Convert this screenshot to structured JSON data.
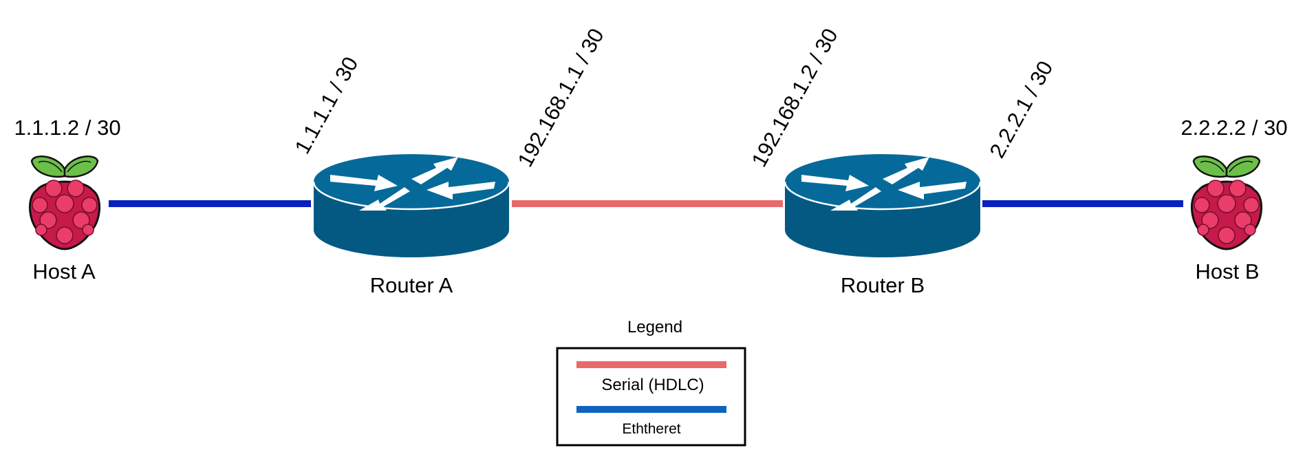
{
  "nodes": {
    "host_a": {
      "name": "Host A",
      "ip": "1.1.1.2 / 30"
    },
    "router_a": {
      "name": "Router A",
      "ip_left": "1.1.1.1 / 30",
      "ip_right": "192.168.1.1 / 30"
    },
    "router_b": {
      "name": "Router B",
      "ip_left": "192.168.1.2 / 30",
      "ip_right": "2.2.2.1 / 30"
    },
    "host_b": {
      "name": "Host B",
      "ip": "2.2.2.2 / 30"
    }
  },
  "links": [
    {
      "from": "Host A",
      "to": "Router A",
      "type": "Ethernet"
    },
    {
      "from": "Router A",
      "to": "Router B",
      "type": "Serial (HDLC)"
    },
    {
      "from": "Router B",
      "to": "Host B",
      "type": "Ethernet"
    }
  ],
  "legend": {
    "title": "Legend",
    "serial_label": "Serial (HDLC)",
    "ethernet_label": "Eththeret",
    "serial_color": "#e8696a",
    "ethernet_color": "#0d63bf"
  },
  "colors": {
    "ethernet_link": "#0a1fbf",
    "serial_link": "#e8696a",
    "router_body": "#056a9a",
    "router_side": "#045983",
    "raspberry_berry": "#c51a4a",
    "raspberry_leaf": "#6cc04a"
  },
  "icons": {
    "host": "raspberry-pi-icon",
    "router": "router-icon"
  }
}
